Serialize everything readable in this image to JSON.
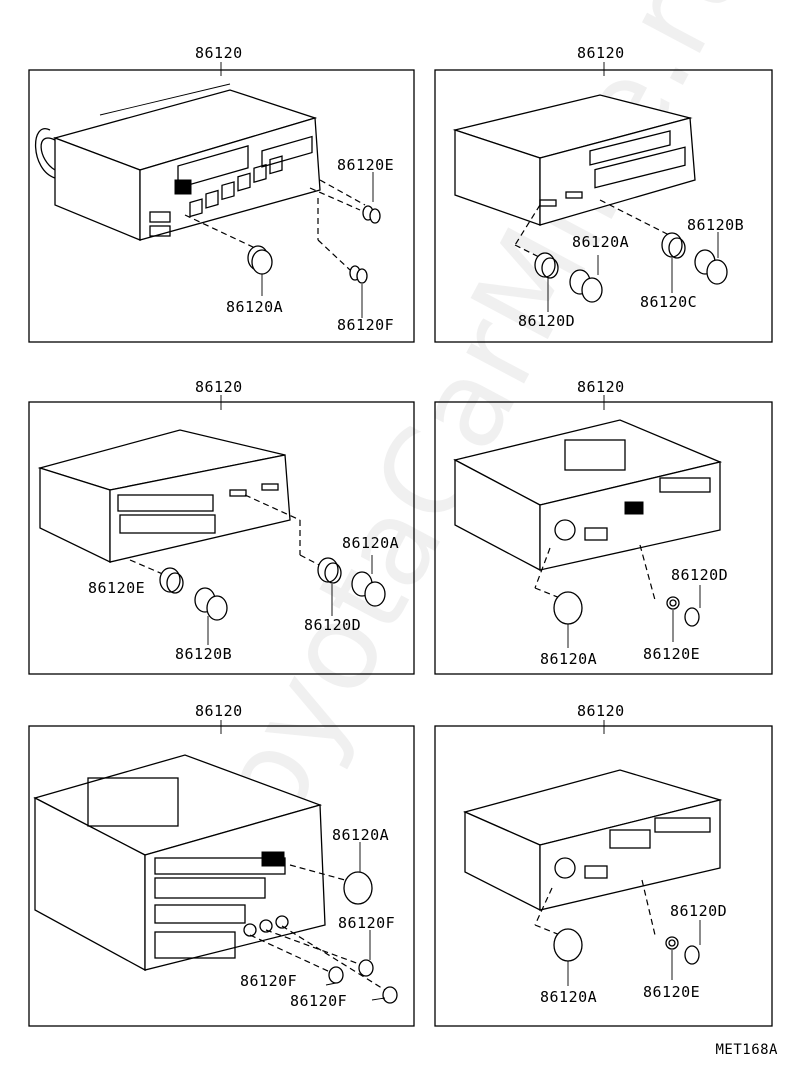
{
  "panels": [
    {
      "title": "86120",
      "parts": [
        "86120E",
        "86120A",
        "86120F"
      ]
    },
    {
      "title": "86120",
      "parts": [
        "86120A",
        "86120B",
        "86120D",
        "86120C"
      ]
    },
    {
      "title": "86120",
      "parts": [
        "86120A",
        "86120E",
        "86120D",
        "86120B"
      ]
    },
    {
      "title": "86120",
      "parts": [
        "86120D",
        "86120A",
        "86120E"
      ]
    },
    {
      "title": "86120",
      "parts": [
        "86120A",
        "86120F",
        "86120F",
        "86120F"
      ]
    },
    {
      "title": "86120",
      "parts": [
        "86120D",
        "86120A",
        "86120E"
      ]
    }
  ],
  "reference": "MET168A",
  "watermark": "ToyotaCarMine.ru"
}
